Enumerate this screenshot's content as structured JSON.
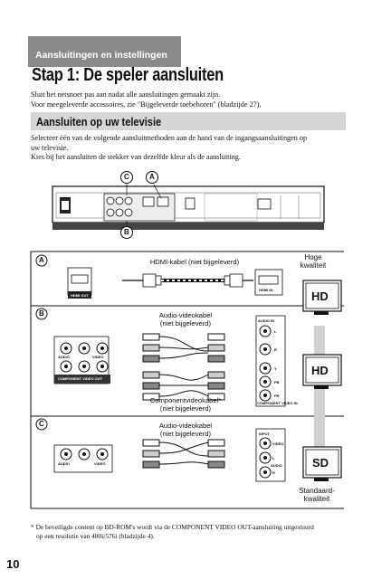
{
  "header_tab": "Aansluitingen en instellingen",
  "title": "Stap 1: De speler aansluiten",
  "intro": [
    "Sluit het netsnoer pas aan nadat alle aansluitingen gemaakt zijn.",
    "Voor meegeleverde accessoires, zie \"Bijgeleverde toebehoren\" (bladzijde 27)."
  ],
  "section_title": "Aansluiten op uw televisie",
  "section_text": [
    "Selecteer één van de volgende aansluitmethoden aan de hand van de ingangsaansluitingen op",
    "uw televisie.",
    "Kies bij het aansluiten de stekker van dezelfde kleur als de aansluiting."
  ],
  "markers": {
    "a": "A",
    "b": "B",
    "c": "C"
  },
  "row_a": {
    "cable": "HDMI-kabel (niet bijgeleverd)",
    "player_port": "HDMI OUT",
    "tv_port": "HDMI IN"
  },
  "row_b": {
    "cable_top": [
      "Audio-videokabel",
      "(niet bijgeleverd)"
    ],
    "cable_bottom": [
      "Componentvideokabel*",
      "(niet bijgeleverd)"
    ],
    "player_panel": "COMPONENT VIDEO OUT",
    "player_sub": [
      "AUDIO",
      "VIDEO"
    ],
    "tv_audio": "AUDIO IN",
    "tv_audio_ports": [
      "L",
      "R"
    ],
    "tv_component": "COMPONENT VIDEO IN",
    "tv_component_ports": [
      "Y",
      "PB",
      "PR"
    ]
  },
  "row_c": {
    "cable": [
      "Audio-videokabel",
      "(niet bijgeleverd)"
    ],
    "player_sub": [
      "AUDIO",
      "VIDEO"
    ],
    "tv_input": "INPUT",
    "tv_ports": [
      "VIDEO",
      "L",
      "AUDIO",
      "R"
    ]
  },
  "quality_high": [
    "Hoge",
    "kwaliteit"
  ],
  "quality_std": [
    "Standaard-",
    "kwaliteit"
  ],
  "tv_labels": [
    "HD",
    "HD",
    "SD"
  ],
  "footnote_mark": "*",
  "footnote": [
    "De beveiligde content op BD-ROM's wordt via de COMPONENT VIDEO OUT-aansluiting uitgestuurd",
    "op een resolutie van 480i/576i (bladzijde 4)."
  ],
  "page_number": "10"
}
